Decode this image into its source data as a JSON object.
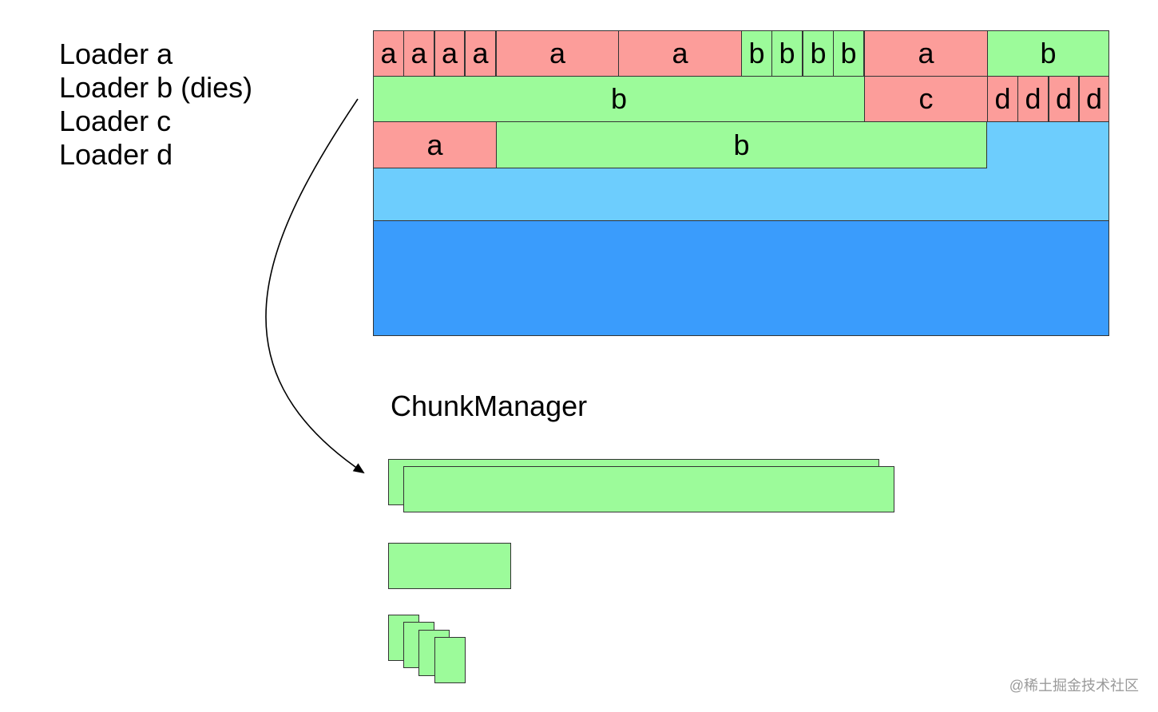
{
  "legend": [
    {
      "label": "Loader a"
    },
    {
      "label": "Loader b (dies)"
    },
    {
      "label": "Loader c"
    },
    {
      "label": "Loader d"
    }
  ],
  "colors": {
    "loader_red": "#fc9d9a",
    "loader_green": "#9cfb9a",
    "free_light_blue": "#6dcdfd",
    "free_dark_blue": "#3a9cfc",
    "border": "#333333"
  },
  "memory_rows": [
    [
      {
        "label": "a",
        "kind": "red"
      },
      {
        "label": "a",
        "kind": "red"
      },
      {
        "label": "a",
        "kind": "red"
      },
      {
        "label": "a",
        "kind": "red"
      },
      {
        "label": "a",
        "kind": "red"
      },
      {
        "label": "a",
        "kind": "red"
      },
      {
        "label": "b",
        "kind": "green"
      },
      {
        "label": "b",
        "kind": "green"
      },
      {
        "label": "b",
        "kind": "green"
      },
      {
        "label": "b",
        "kind": "green"
      },
      {
        "label": "a",
        "kind": "red"
      },
      {
        "label": "b",
        "kind": "green"
      }
    ],
    [
      {
        "label": "b",
        "kind": "green"
      },
      {
        "label": "c",
        "kind": "red"
      },
      {
        "label": "d",
        "kind": "red"
      },
      {
        "label": "d",
        "kind": "red"
      },
      {
        "label": "d",
        "kind": "red"
      },
      {
        "label": "d",
        "kind": "red"
      }
    ],
    [
      {
        "label": "a",
        "kind": "red"
      },
      {
        "label": "b",
        "kind": "green"
      }
    ]
  ],
  "chunk_manager": {
    "title": "ChunkManager"
  },
  "watermark": "@稀土掘金技术社区"
}
